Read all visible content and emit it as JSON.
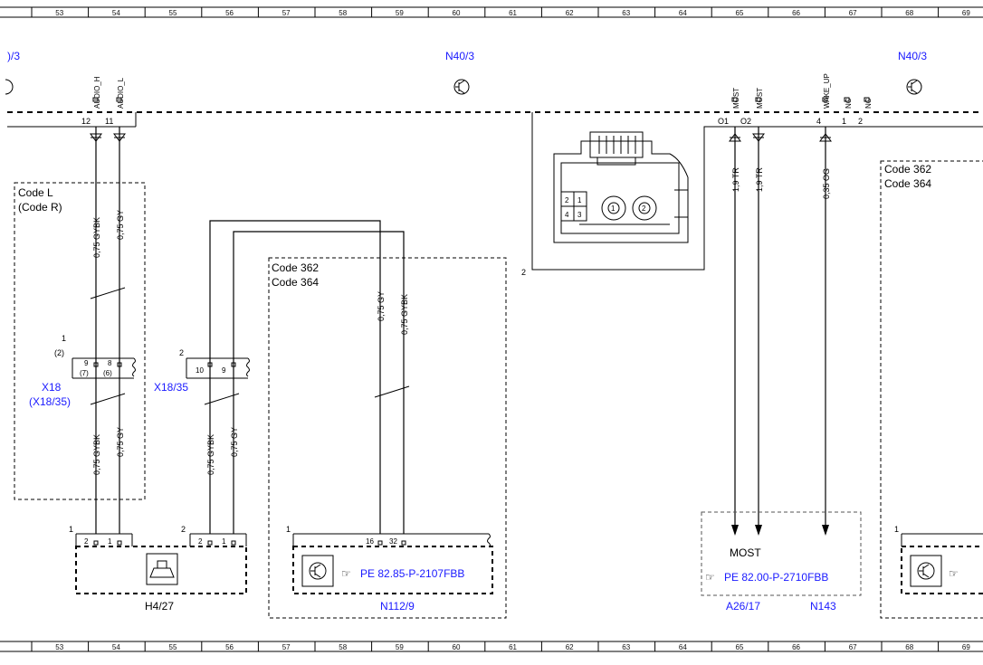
{
  "ruler": {
    "columns": [
      "53",
      "54",
      "55",
      "56",
      "57",
      "58",
      "59",
      "60",
      "61",
      "62",
      "63",
      "64",
      "65",
      "66",
      "67",
      "68",
      "69"
    ]
  },
  "components": {
    "left_partial_label": ")/3",
    "n40_3_left": "N40/3",
    "n40_3_right": "N40/3",
    "h4_27": "H4/27",
    "n112_9": "N112/9",
    "a26_17": "A26/17",
    "n143": "N143",
    "x18": "X18",
    "x18_35_paren": "(X18/35)",
    "x18_35": "X18/35"
  },
  "pins": {
    "audio_h": "AUDIO_H",
    "audio_l": "AUDIO_L",
    "p12": "12",
    "p11": "11",
    "most1": "MOST",
    "most2": "MOST",
    "wake_up": "WAKE_UP",
    "nc1": "NC",
    "nc2": "NC",
    "o1": "O1",
    "o2": "O2",
    "p4": "4",
    "p1": "1",
    "p2": "2"
  },
  "codes": {
    "code_l": "Code L",
    "code_r": "(Code R)",
    "code362_a": "Code 362",
    "code364_a": "Code 364",
    "code362_b": "Code 362",
    "code364_b": "Code 364"
  },
  "wires": {
    "w1": "0,75 GYBK",
    "w2": "0,75 GY",
    "w3": "0,75 GYBK",
    "w4": "0,75 GY",
    "w5": "0,75 GYBK",
    "w6": "0,75 GY",
    "w7": "0,75 GY",
    "w8": "0,75 GYBK",
    "w9": "1,9 TR",
    "w10": "1,9 TR",
    "w11": "0,35 OG"
  },
  "connectors": {
    "x18_a": "9",
    "x18_b": "8",
    "x18_c": "(7)",
    "x18_d": "(6)",
    "x18_idx": "1",
    "x18_idx2": "(2)",
    "x1835_idx": "2",
    "x1835_a": "10",
    "x1835_b": "9",
    "h427_idx1": "1",
    "h427_p2": "2",
    "h427_p1": "1",
    "h427_idx2": "2",
    "h427_q2": "2",
    "h427_q1": "1",
    "n112_idx": "1",
    "n112_p16": "16",
    "n112_p32": "32",
    "conn_view_idx": "2",
    "connector_pins": [
      "2",
      "1",
      "4",
      "3"
    ],
    "connector_circles": [
      "1",
      "2"
    ],
    "n143_right_idx": "1"
  },
  "refs": {
    "n112_ref": "PE 82.85-P-2107FBB",
    "most_label": "MOST",
    "most_ref": "PE 82.00-P-2710FBB",
    "pointer": "☞"
  }
}
